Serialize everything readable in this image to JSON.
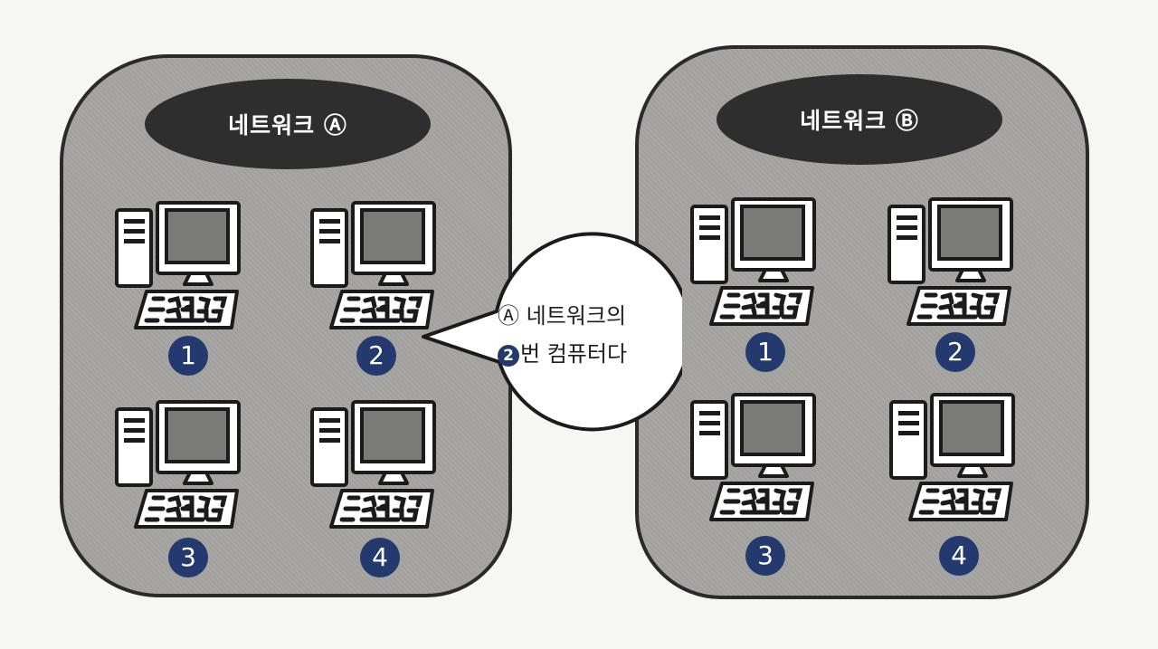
{
  "network_a": {
    "title": "네트워크 Ⓐ",
    "computers": [
      {
        "number": "1"
      },
      {
        "number": "2"
      },
      {
        "number": "3"
      },
      {
        "number": "4"
      }
    ]
  },
  "network_b": {
    "title": "네트워크 Ⓑ",
    "computers": [
      {
        "number": "1"
      },
      {
        "number": "2"
      },
      {
        "number": "3"
      },
      {
        "number": "4"
      }
    ]
  },
  "callout": {
    "line1": "Ⓐ 네트워크의",
    "line2_badge": "2",
    "line2_text": "번 컴퓨터다"
  },
  "colors": {
    "panel_fill": "#a3a19e",
    "title_pill": "#2e2e2e",
    "number_badge": "#243a6f",
    "screen": "#7a7a78"
  },
  "icons": {
    "computer": "desktop-computer-icon"
  }
}
